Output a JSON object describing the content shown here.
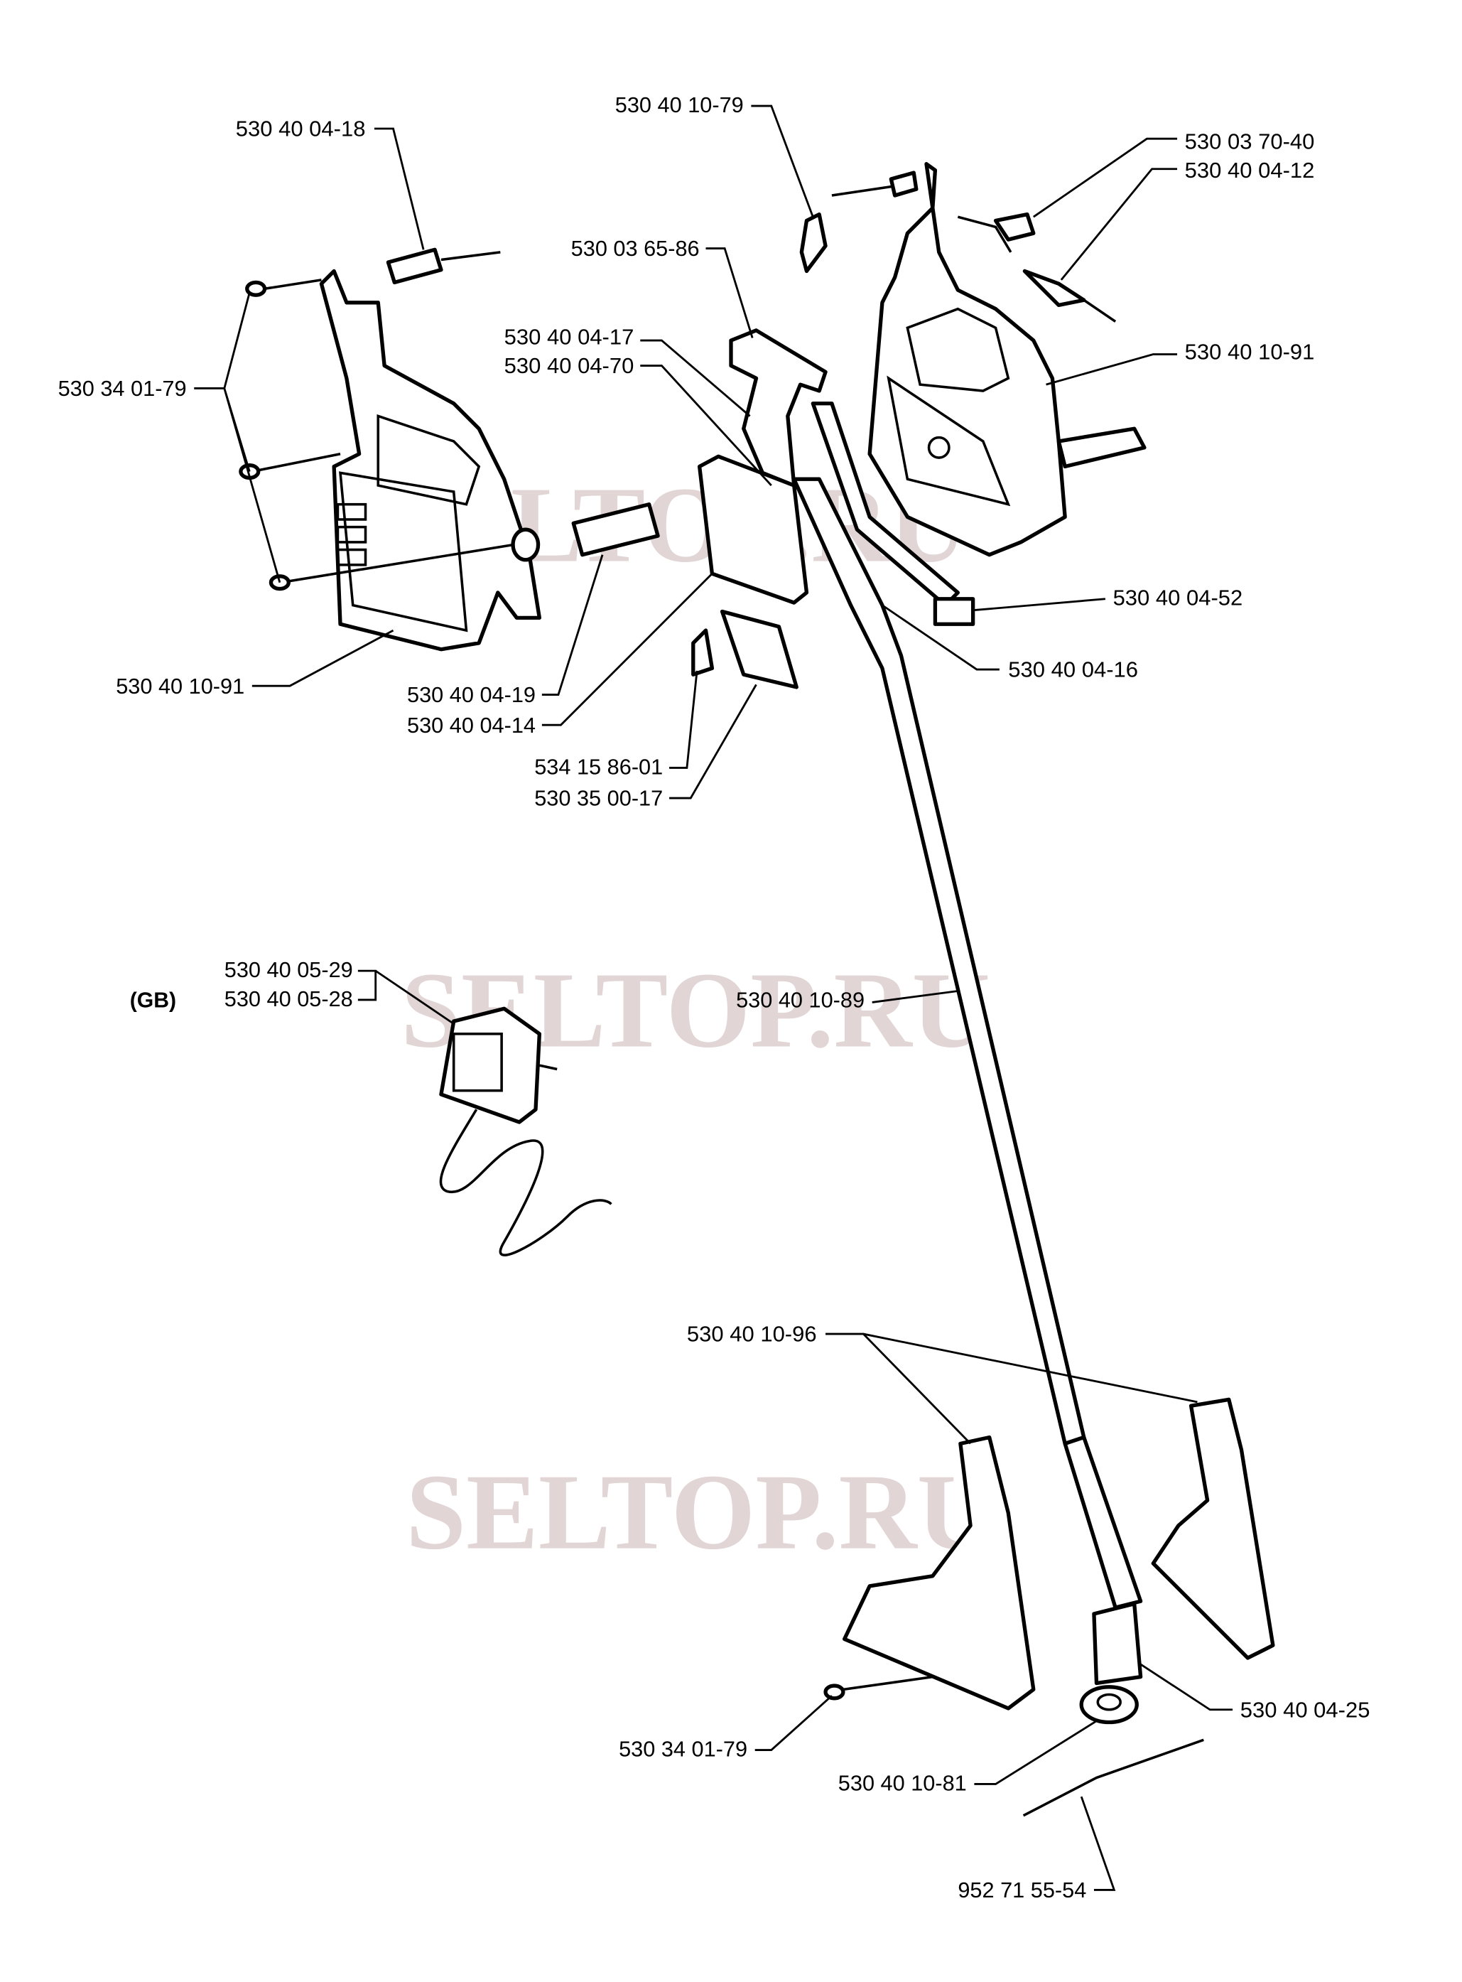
{
  "watermark": "SELTOP.RU",
  "region_note": "(GB)",
  "labels": {
    "l_530400418": "530 40 04-18",
    "l_530401079": "530 40 10-79",
    "l_530037040": "530 03 70-40",
    "l_530400412": "530 40 04-12",
    "l_530036586": "530 03 65-86",
    "l_530400417": "530 40 04-17",
    "l_530400470": "530 40 04-70",
    "l_530340179_top": "530 34 01-79",
    "l_530401091_right": "530 40 10-91",
    "l_530400452": "530 40 04-52",
    "l_530400416": "530 40 04-16",
    "l_530401091_left": "530 40 10-91",
    "l_530400419": "530 40 04-19",
    "l_530400414": "530 40 04-14",
    "l_534158601": "534 15 86-01",
    "l_530350017": "530 35 00-17",
    "l_530400529": "530 40 05-29",
    "l_530400528": "530 40 05-28",
    "l_530401089": "530 40 10-89",
    "l_530401096": "530 40 10-96",
    "l_530340179_bottom": "530 34 01-79",
    "l_530400425": "530 40 04-25",
    "l_530401081": "530 40 10-81",
    "l_952715554": "952 71 55-54"
  }
}
